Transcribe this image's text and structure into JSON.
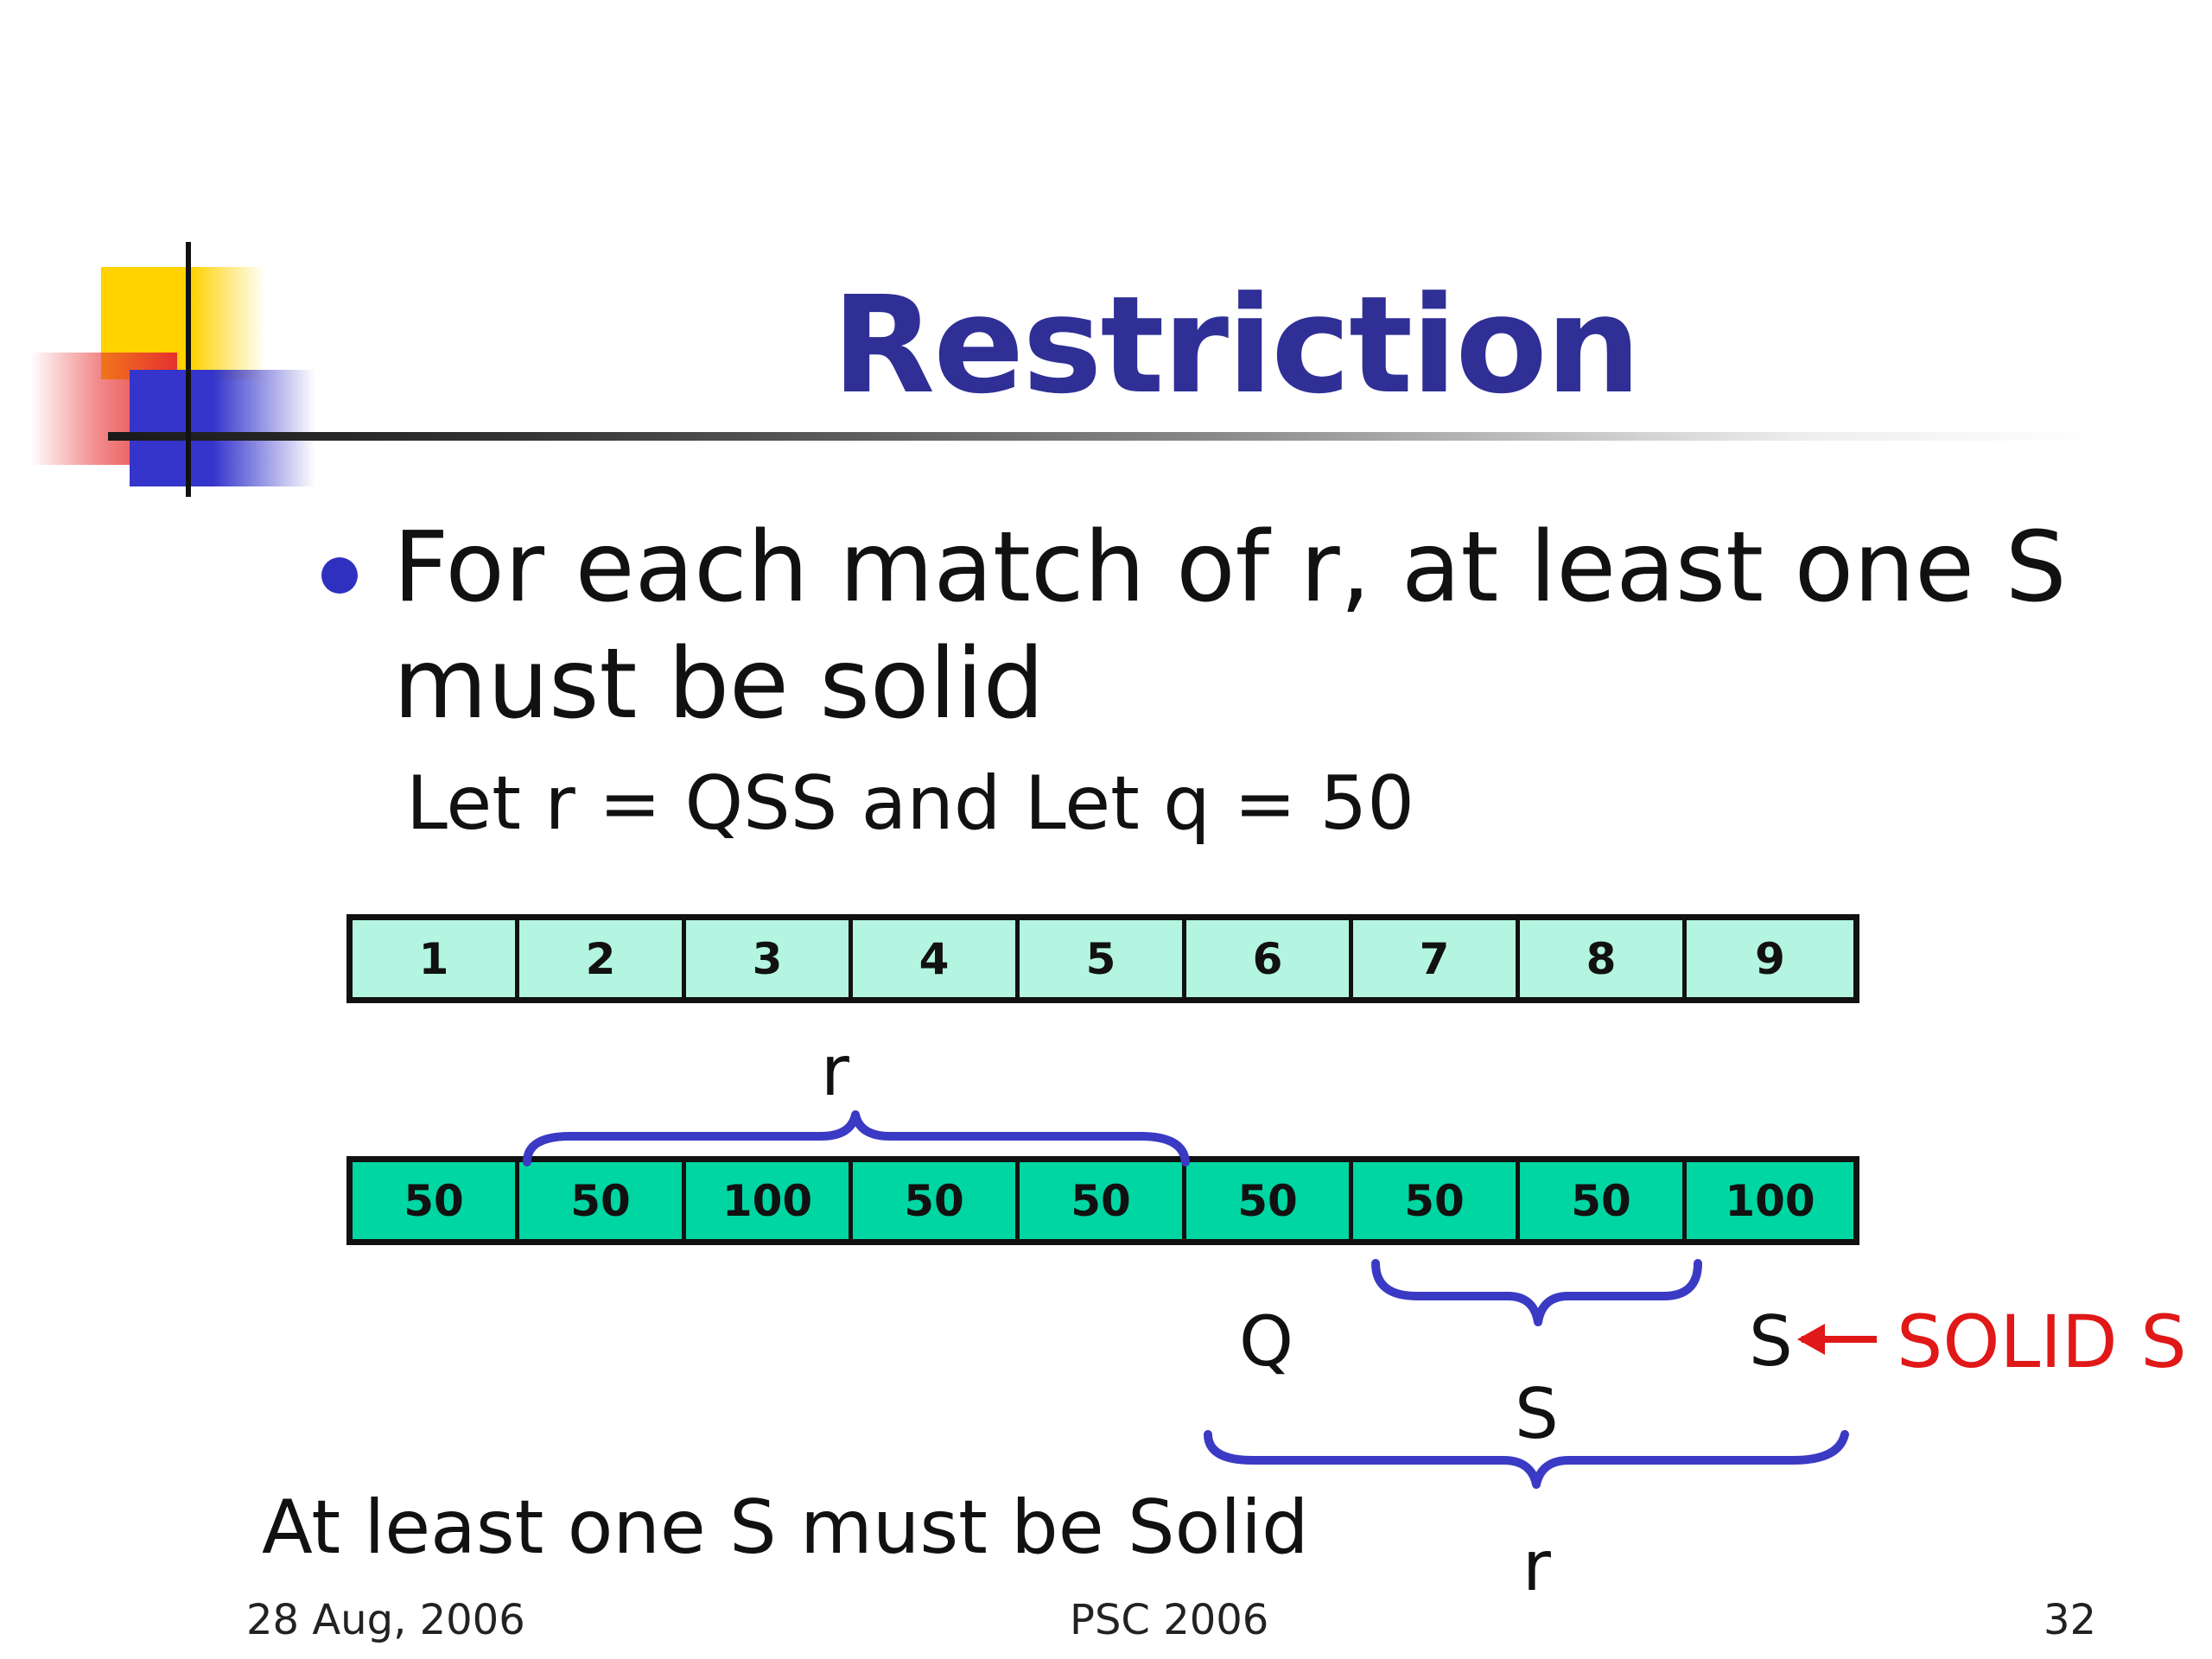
{
  "slide": {
    "title": "Restriction",
    "bullet": "For each match of r, at least one S must be solid",
    "sub_text": "Let r = QSS and Let q = 50",
    "index_cells": [
      "1",
      "2",
      "3",
      "4",
      "5",
      "6",
      "7",
      "8",
      "9"
    ],
    "value_cells": [
      "50",
      "50",
      "100",
      "50",
      "50",
      "50",
      "50",
      "50",
      "100"
    ],
    "labels": {
      "r_top": "r",
      "q": "Q",
      "s_right": "S",
      "s_middle": "S",
      "r_bottom": "r",
      "solid_s": "SOLID S"
    },
    "bottom_note": "At least one S must be Solid",
    "colors": {
      "title": "#2f2f96",
      "index_cell": "#b3f5e0",
      "value_cell": "#00d6a2",
      "brace": "#3a3ac4",
      "solid_label": "#e01818"
    }
  },
  "footer": {
    "date": "28 Aug, 2006",
    "center": "PSC 2006",
    "page_number": "32"
  }
}
